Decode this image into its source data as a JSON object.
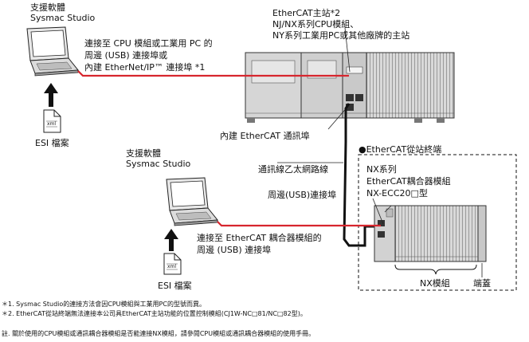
{
  "pc_top": {
    "software_zh": "支援軟體",
    "software_en": "Sysmac Studio",
    "connection_note": [
      "連接至 CPU 模組或工業用 PC 的",
      "周邊 (USB) 連接埠或",
      "內建 EtherNet/IP™ 連接埠 *1"
    ],
    "esi_label": "ESI 檔案",
    "xml_label": "xml"
  },
  "master": {
    "title": [
      "EtherCAT主站*2",
      "NJ/NX系列CPU模組、",
      "NY系列工業用PC或其他廠牌的主站"
    ],
    "port_label": "內建 EtherCAT 通訊埠"
  },
  "cable_label": "通訊線乙太網路線",
  "slave": {
    "header": "●EtherCAT從站終端",
    "title": [
      "NX系列",
      "EtherCAT耦合器模組",
      "NX-ECC20□型"
    ],
    "usb_label": "周邊(USB)連接埠",
    "nx_label": "NX模組",
    "endcap_label": "端蓋"
  },
  "pc_bottom": {
    "software_zh": "支援軟體",
    "software_en": "Sysmac Studio",
    "connection_note": [
      "連接至 EtherCAT 耦合器模組的",
      "周邊 (USB) 連接埠"
    ],
    "esi_label": "ESI 檔案",
    "xml_label": "xml"
  },
  "footnotes": {
    "note1": "＊1. Sysmac Studio的連接方法會因CPU模組與工業用PC的型號而異。",
    "note2": "＊2. EtherCAT從站終端無法連接本公司具EtherCAT主站功能的位置控制模組(CJ1W-NC□81/NC□82型)。",
    "remark": "註. 關於使用的CPU模組或通訊耦合器模組是否能連接NX模組，請參閱CPU模組或通訊耦合器模組的使用手冊。"
  },
  "colors": {
    "usb_cable": "#d7262e",
    "ethercat_cable": "#111111",
    "device_fill": "#d9d9d9"
  }
}
